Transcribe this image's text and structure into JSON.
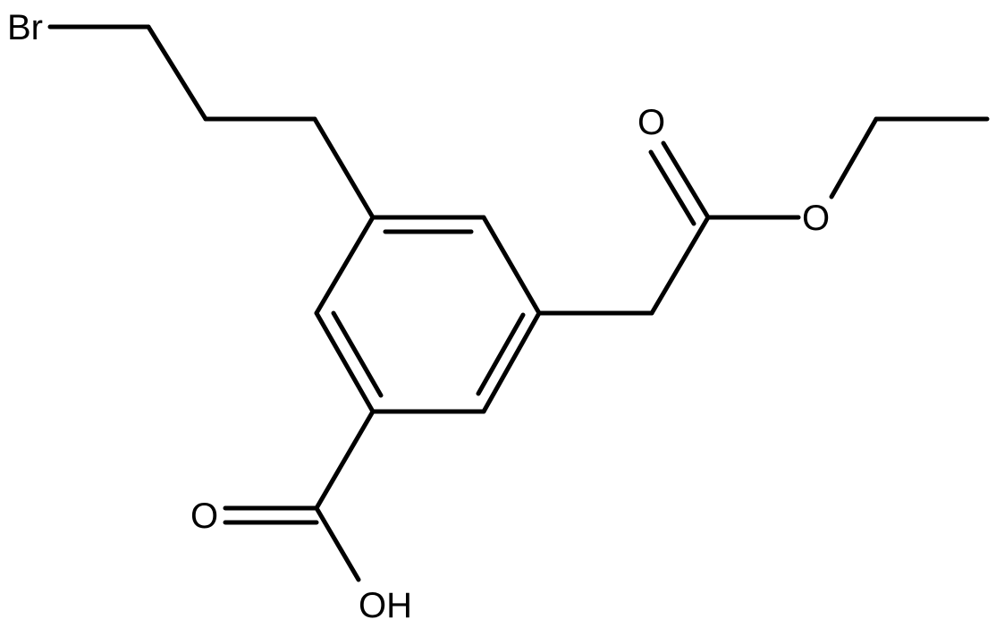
{
  "structure": {
    "atoms": {
      "br": "Br",
      "ketone_oxygen": "O",
      "ester_oxygen": "O",
      "acid_oxygen": "O",
      "hydroxyl": "OH"
    }
  },
  "colors": {
    "bond": "#000000",
    "background": "#ffffff"
  }
}
